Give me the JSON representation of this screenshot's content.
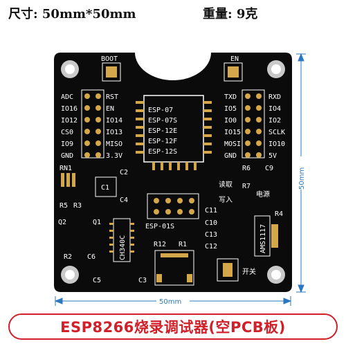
{
  "spec": {
    "size_text": "尺寸: 50mm*50mm",
    "weight_text": "重量: 9克"
  },
  "board": {
    "buttons": {
      "boot": "BOOT",
      "en": "EN"
    },
    "left_pins": [
      "ADC",
      "IO16",
      "IO12",
      "CS0",
      "IO9",
      "GND"
    ],
    "left_pins_2": [
      "RST",
      "EN",
      "IO14",
      "IO13",
      "MISO",
      "3.3V"
    ],
    "right_pins": [
      "TXD",
      "IO5",
      "IO0",
      "IO15",
      "MOSI",
      "GND"
    ],
    "right_pins_2": [
      "RXD",
      "IO4",
      "IO2",
      "SCLK",
      "IO10",
      "5V"
    ],
    "module_types": [
      "ESP-07",
      "ESP-07S",
      "ESP-12E",
      "ESP-12F",
      "ESP-12S"
    ],
    "esp01s_label": "ESP-01S",
    "components": {
      "rn1": "RN1",
      "c1": "C1",
      "c2": "C2",
      "c4": "C4",
      "r5": "R5",
      "r3": "R3",
      "q2": "Q2",
      "q1": "Q1",
      "r2": "R2",
      "c6": "C6",
      "ch340": "CH340C",
      "r12": "R12",
      "r1": "R1",
      "c5": "C5",
      "c3": "C3",
      "r6": "R6",
      "c9": "C9",
      "r7": "R7",
      "r4": "R4",
      "c11": "C11",
      "c10": "C10",
      "c13": "C13",
      "c12": "C12",
      "ams": "AMS1117"
    },
    "cn_labels": {
      "read": "读取",
      "write": "写入",
      "power": "电源",
      "switch": "开关"
    }
  },
  "dimensions": {
    "width": "50mm",
    "height": "50mm"
  },
  "banner_text": "ESP8266烧录调试器(空PCB板)",
  "colors": {
    "board": "#0b0b0b",
    "silk": "#ffffff",
    "gold": "#d4a84a",
    "dim_line": "#2a78c0",
    "banner": "#d0202a"
  }
}
